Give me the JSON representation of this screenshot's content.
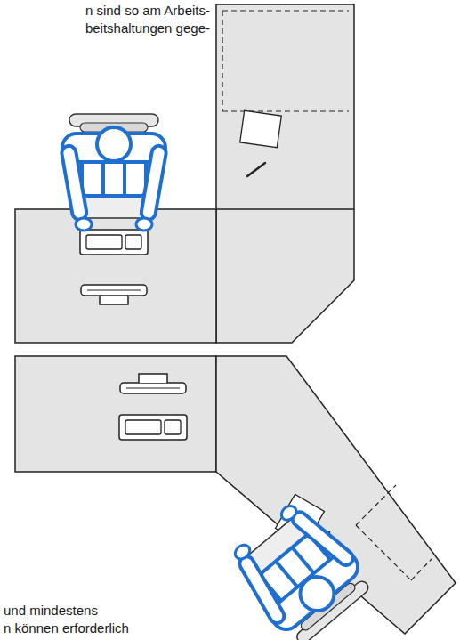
{
  "diagram": {
    "labels": [
      "n sind so am Arbeits-",
      "beitshaltungen gege-",
      "und mindestens",
      "n können erforderlich"
    ]
  }
}
